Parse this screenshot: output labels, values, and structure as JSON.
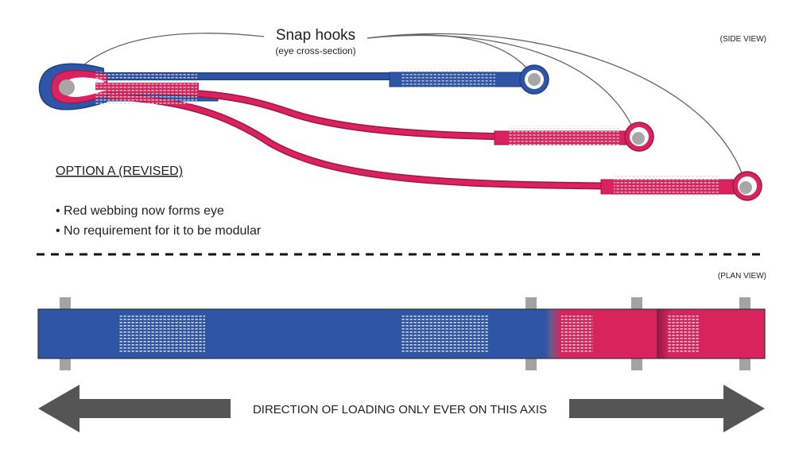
{
  "colors": {
    "blue_webbing": "#2e55a6",
    "blue_outline": "#1f3f86",
    "red_webbing": "#d9235f",
    "red_outline": "#a31446",
    "hook_fill": "#a7a7a7",
    "bartack": "#d0d0d0",
    "arrow": "#555555",
    "text": "#222222"
  },
  "side_view": {
    "view_label": "(SIDE VIEW)",
    "callout_title": "Snap hooks",
    "callout_subtitle": "(eye cross-section)"
  },
  "option": {
    "heading": "OPTION A (REVISED)",
    "bullets": [
      "• Red webbing now forms eye",
      "• No requirement for it to be modular"
    ]
  },
  "plan_view": {
    "view_label": "(PLAN VIEW)"
  },
  "loading_arrow": {
    "label": "DIRECTION OF LOADING ONLY EVER ON THIS AXIS"
  }
}
